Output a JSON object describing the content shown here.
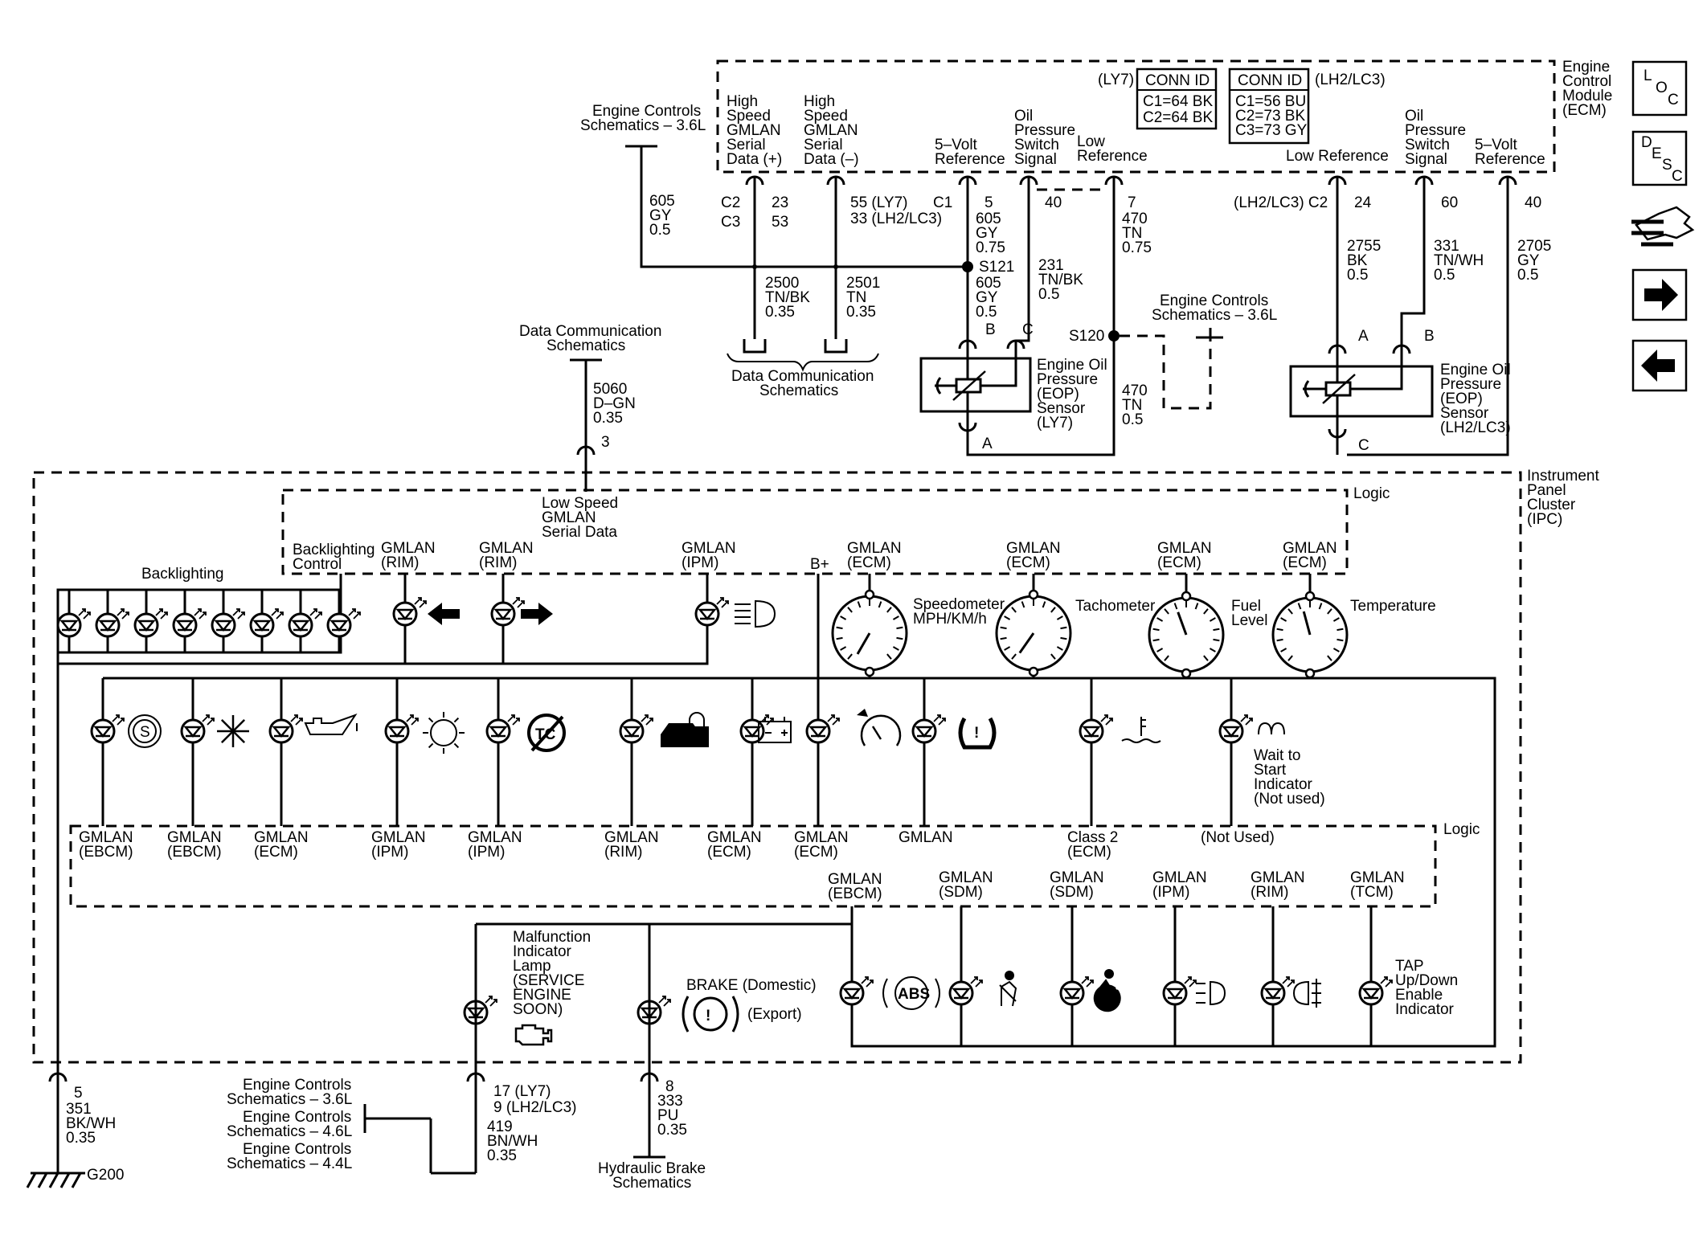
{
  "nav": {
    "loc": "L O C",
    "desc": "D E S C"
  },
  "ecm": {
    "title_lines": [
      "Engine",
      "Control",
      "Module",
      "(ECM)"
    ],
    "ly7_tag": "(LY7)",
    "lh2_tag": "(LH2/LC3)",
    "conn_ly7": {
      "head": "CONN ID",
      "lines": [
        "C1=64 BK",
        "C2=64 BK"
      ]
    },
    "conn_lh2": {
      "head": "CONN ID",
      "lines": [
        "C1=56 BU",
        "C2=73 BK",
        "C3=73 GY"
      ]
    },
    "pins": {
      "hs_plus": [
        "High",
        "Speed",
        "GMLAN",
        "Serial",
        "Data (+)"
      ],
      "hs_minus": [
        "High",
        "Speed",
        "GMLAN",
        "Serial",
        "Data (–)"
      ],
      "ref5v": [
        "5–Volt",
        "Reference"
      ],
      "ops": [
        "Oil",
        "Pressure",
        "Switch",
        "Signal"
      ],
      "lowref": [
        "Low",
        "Reference"
      ],
      "lowref2": "Low Reference",
      "ops2": [
        "Oil",
        "Pressure",
        "Switch",
        "Signal"
      ],
      "ref5v2": [
        "5–Volt",
        "Reference"
      ]
    },
    "pin_nums": {
      "c2": "C2",
      "c3": "C3",
      "p23": "23",
      "p53": "53",
      "p55": "55 (LY7)",
      "p33": "33 (LH2/LC3)",
      "c1": "C1",
      "p5": "5",
      "p40": "40",
      "p7": "7",
      "lh2c2": "(LH2/LC3) C2",
      "p24": "24",
      "p60": "60",
      "p40b": "40"
    }
  },
  "wires": {
    "w605a": [
      "605",
      "GY",
      "0.5"
    ],
    "w2500": [
      "2500",
      "TN/BK",
      "0.35"
    ],
    "w2501": [
      "2501",
      "TN",
      "0.35"
    ],
    "w605b": [
      "605",
      "GY",
      "0.75"
    ],
    "w605c": [
      "605",
      "GY",
      "0.5"
    ],
    "w231": [
      "231",
      "TN/BK",
      "0.5"
    ],
    "w470a": [
      "470",
      "TN",
      "0.75"
    ],
    "w470b": [
      "470",
      "TN",
      "0.5"
    ],
    "w2755": [
      "2755",
      "BK",
      "0.5"
    ],
    "w331": [
      "331",
      "TN/WH",
      "0.5"
    ],
    "w2705": [
      "2705",
      "GY",
      "0.5"
    ],
    "w5060": [
      "5060",
      "D–GN",
      "0.35"
    ],
    "w351": [
      "351",
      "BK/WH",
      "0.35"
    ],
    "w419": [
      "419",
      "BN/WH",
      "0.35"
    ],
    "w333": [
      "333",
      "PU",
      "0.35"
    ]
  },
  "splices": {
    "s121": "S121",
    "s120": "S120"
  },
  "refs": {
    "ec36_top": [
      "Engine Controls",
      "Schematics – 3.6L"
    ],
    "ec36_mid": [
      "Engine Controls",
      "Schematics – 3.6L"
    ],
    "datacomm_left": [
      "Data Communication",
      "Schematics"
    ],
    "datacomm_bottom": [
      "Data Communication",
      "Schematics"
    ],
    "ec_bottom": [
      [
        "Engine Controls",
        "Schematics – 3.6L"
      ],
      [
        "Engine Controls",
        "Schematics – 4.6L"
      ],
      [
        "Engine Controls",
        "Schematics – 4.4L"
      ]
    ],
    "hyd": [
      "Hydraulic Brake",
      "Schematics"
    ]
  },
  "eop1": {
    "label": [
      "Engine Oil",
      "Pressure",
      "(EOP)",
      "Sensor",
      "(LY7)"
    ],
    "b": "B",
    "c": "C",
    "a": "A"
  },
  "eop2": {
    "label": [
      "Engine Oil",
      "Pressure",
      "(EOP)",
      "Sensor",
      "(LH2/LC3)"
    ],
    "a": "A",
    "b": "B",
    "c": "C"
  },
  "ipc": {
    "title": [
      "Instrument",
      "Panel",
      "Cluster",
      "(IPC)"
    ],
    "logic": "Logic",
    "logic2": "Logic",
    "pin3": "3",
    "lsgmlan": [
      "Low Speed",
      "GMLAN",
      "Serial Data"
    ],
    "backlighting": "Backlighting",
    "blctrl": [
      "Backlighting",
      "Control"
    ],
    "top_labels": [
      [
        "GMLAN",
        "(RIM)"
      ],
      [
        "GMLAN",
        "(RIM)"
      ],
      [
        "GMLAN",
        "(IPM)"
      ],
      [
        "GMLAN",
        "(ECM)"
      ],
      [
        "GMLAN",
        "(ECM)"
      ],
      [
        "GMLAN",
        "(ECM)"
      ],
      [
        "GMLAN",
        "(ECM)"
      ]
    ],
    "bplus": "B+",
    "gauges": {
      "speedo": [
        "Speedometer",
        "MPH/KM/h"
      ],
      "tach": "Tachometer",
      "fuel": [
        "Fuel",
        "Level"
      ],
      "temp": "Temperature"
    },
    "mid_labels": [
      [
        "GMLAN",
        "(EBCM)"
      ],
      [
        "GMLAN",
        "(EBCM)"
      ],
      [
        "GMLAN",
        "(ECM)"
      ],
      [
        "GMLAN",
        "(IPM)"
      ],
      [
        "GMLAN",
        "(IPM)"
      ],
      [
        "GMLAN",
        "(RIM)"
      ],
      [
        "GMLAN",
        "(ECM)"
      ],
      [
        "GMLAN",
        "(ECM)"
      ],
      [
        "GMLAN"
      ],
      [
        "Class 2",
        "(ECM)"
      ],
      [
        "(Not Used)"
      ]
    ],
    "wts": [
      "Wait to",
      "Start",
      "Indicator",
      "(Not used)"
    ],
    "low_labels": [
      [
        "GMLAN",
        "(EBCM)"
      ],
      [
        "GMLAN",
        "(SDM)"
      ],
      [
        "GMLAN",
        "(SDM)"
      ],
      [
        "GMLAN",
        "(IPM)"
      ],
      [
        "GMLAN",
        "(RIM)"
      ],
      [
        "GMLAN",
        "(TCM)"
      ]
    ],
    "mil": [
      "Malfunction",
      "Indicator",
      "Lamp",
      "(SERVICE",
      "ENGINE",
      "SOON)"
    ],
    "brake": "BRAKE (Domestic)",
    "export": "(Export)",
    "abs": "ABS",
    "tap": [
      "TAP",
      "Up/Down",
      "Enable",
      "Indicator"
    ],
    "pin5": "5",
    "pin17": "17 (LY7)",
    "pin9": "9 (LH2/LC3)",
    "pin8": "8",
    "g200": "G200"
  }
}
